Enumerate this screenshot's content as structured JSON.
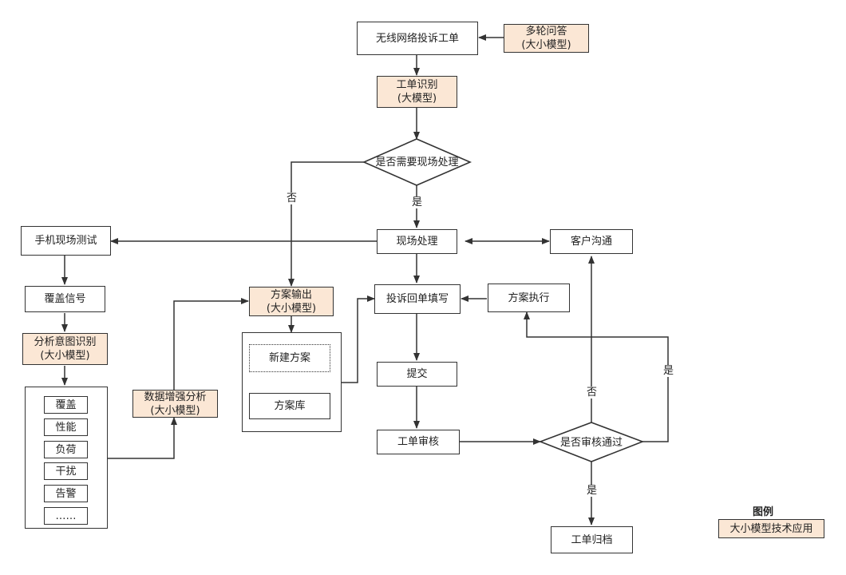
{
  "nodes": {
    "complaint_ticket": "无线网络投诉工单",
    "multi_round_qa": [
      "多轮问答",
      "(大小模型)"
    ],
    "ticket_recognition": [
      "工单识别",
      "(大模型)"
    ],
    "need_onsite": "是否需要现场处理",
    "onsite_handling": "现场处理",
    "phone_onsite_test": "手机现场测试",
    "coverage_signal": "覆盖信号",
    "intent_recognition": [
      "分析意图识别",
      "(大小模型)"
    ],
    "categories": [
      "覆盖",
      "性能",
      "负荷",
      "干扰",
      "告警",
      "……"
    ],
    "data_enhanced_analysis": [
      "数据增强分析",
      "(大小模型)"
    ],
    "solution_output": [
      "方案输出",
      "(大小模型)"
    ],
    "new_solution": "新建方案",
    "solution_library": "方案库",
    "fill_reply": "投诉回单填写",
    "customer_communication": "客户沟通",
    "solution_execution": "方案执行",
    "submit": "提交",
    "ticket_review": "工单审核",
    "review_passed": "是否审核通过",
    "ticket_archive": "工单归档"
  },
  "edge_labels": {
    "no_onsite": "否",
    "yes_onsite": "是",
    "review_no": "否",
    "review_yes_exec": "是",
    "review_yes_archive": "是"
  },
  "legend": {
    "title": "图例",
    "item": "大小模型技术应用",
    "item_color": "#fbe7d5"
  },
  "colors": {
    "llm_fill": "#fbe7d5",
    "stroke": "#333333"
  }
}
